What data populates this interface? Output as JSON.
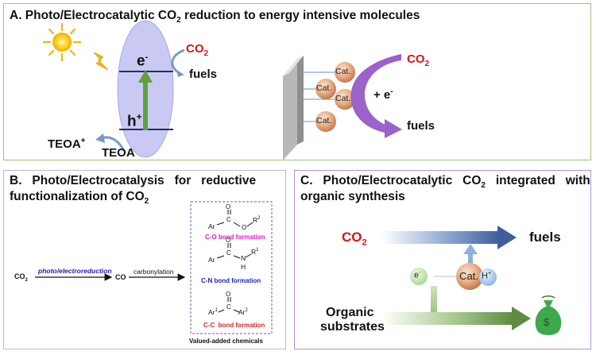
{
  "panel_a": {
    "title_pre": "A. Photo/Electrocatalytic CO",
    "title_sub": "2",
    "title_post": " reduction to energy intensive molecules",
    "electron": "e",
    "electron_sup": "-",
    "hole": "h",
    "hole_sup": "+",
    "co2_left": "CO",
    "co2_left_sub": "2",
    "fuels_left": "fuels",
    "teoa_plus": "TEOA",
    "teoa_plus_sup": "+",
    "teoa": "TEOA",
    "cat_label": "Cat.",
    "co2_right": "CO",
    "co2_right_sub": "2",
    "plus_e": "+ e",
    "plus_e_sup": "-",
    "fuels_right": "fuels"
  },
  "panel_b": {
    "title_line1": "B.   Photo/Electrocatalysis   for   reductive",
    "title_line2_pre": "functionalization of CO",
    "title_line2_sub": "2",
    "co2": "CO",
    "co2_sub": "2",
    "photo_label": "photo/electroreduction",
    "co": "CO",
    "carbonylation": "carbonylation",
    "ester_ar": "Ar",
    "ester_r": "R",
    "ester_r_sup": "2",
    "o_atom": "O",
    "co_formation": "C-O bond formation",
    "amide_ar": "Ar",
    "amide_n": "N",
    "amide_h": "H",
    "amide_r": "R",
    "amide_r_sup": "1",
    "cn_formation": "C-N bond formation",
    "ketone_ar1": "Ar",
    "ketone_ar1_sup": "1",
    "ketone_ar2": "Ar",
    "ketone_ar2_sup": "2",
    "cc_formation": "C-C  bond formation",
    "value_added": "Valued-added chemicals",
    "c_atom": "C",
    "colors": {
      "co": "#e619c8",
      "cn": "#2020c0",
      "cc": "#e02020",
      "photo": "#2020c0"
    }
  },
  "panel_c": {
    "title_line1_pre": "C.   Photo/Electrocatalytic   CO",
    "title_line1_sub": "2",
    "title_line1_post": "   integrated   with",
    "title_line2": "organic synthesis",
    "co2": "CO",
    "co2_sub": "2",
    "fuels": "fuels",
    "electron": "e",
    "electron_sup": "-",
    "cat": "Cat.",
    "proton": "H",
    "proton_sup": "+",
    "organic_line1": "Organic",
    "organic_line2": "substrates",
    "money_symbol": "$"
  }
}
